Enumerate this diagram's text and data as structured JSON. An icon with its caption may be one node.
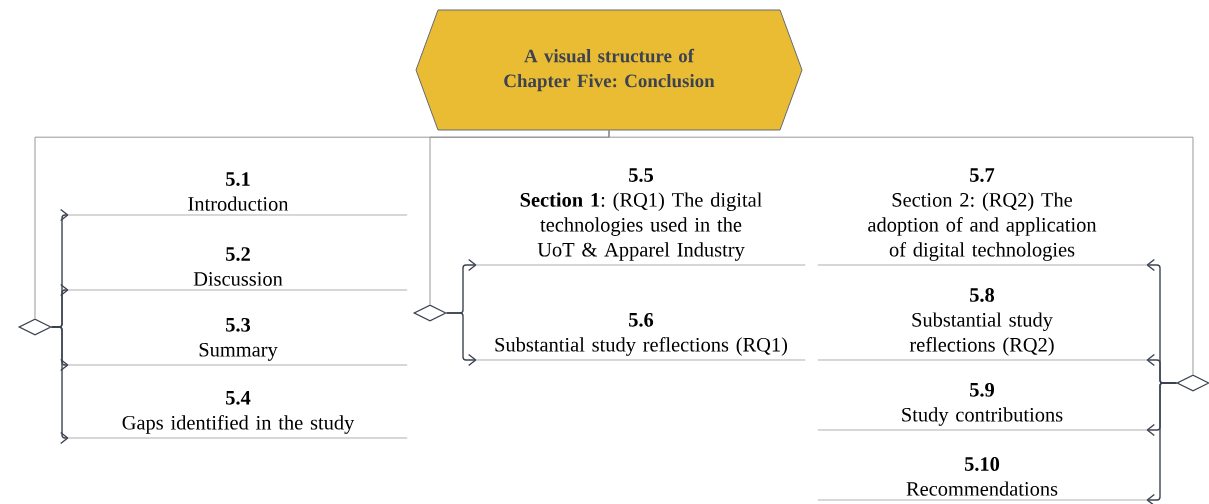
{
  "diagram": {
    "nodes": [
      {
        "text": [
          "A visual structure of Chapter Five: Conclusion"
        ]
      },
      {
        "text": [],
        "shape": "diamond"
      },
      {
        "text": [
          "5.1",
          "Introduction"
        ]
      },
      {
        "text": [
          "5.2",
          "Discussion"
        ]
      },
      {
        "text": [
          "5.3",
          "Summary"
        ]
      },
      {
        "text": [
          "5.4",
          "Gaps identified in the study"
        ]
      },
      {
        "text": [],
        "shape": "diamond"
      },
      {
        "text": [
          "5.5",
          "**Section 1**: (RQ1) The digital technologies used in the UoT & Apparel Industry"
        ]
      },
      {
        "text": [
          "5.6",
          "Substantial study reflections (RQ1)"
        ]
      },
      {
        "text": [],
        "shape": "diamond"
      },
      {
        "text": [
          "5.7",
          "Section 2: (RQ2) The adoption of and application of digital technologies"
        ]
      },
      {
        "text": [
          "5.8",
          "Substantial study reflections (RQ2)"
        ]
      },
      {
        "text": [
          "5.9",
          "Study contributions"
        ]
      },
      {
        "text": [
          "5.10",
          "Recommendations"
        ]
      }
    ],
    "edges": [
      {
        "from": 0,
        "to": 1,
        "arrow": "none",
        "color": "#8c8c8c"
      },
      {
        "from": 0,
        "to": 6,
        "arrow": "none",
        "color": "#8c8c8c"
      },
      {
        "from": 0,
        "to": 9,
        "arrow": "none",
        "color": "#8c8c8c"
      },
      {
        "from": 1,
        "to": 2,
        "arrow": "to"
      },
      {
        "from": 1,
        "to": 3,
        "arrow": "to"
      },
      {
        "from": 1,
        "to": 4,
        "arrow": "to"
      },
      {
        "from": 1,
        "to": 5,
        "arrow": "to"
      },
      {
        "from": 6,
        "to": 7,
        "arrow": "to"
      },
      {
        "from": 6,
        "to": 8,
        "arrow": "to"
      },
      {
        "from": 9,
        "to": 10,
        "arrow": "to"
      },
      {
        "from": 9,
        "to": 11,
        "arrow": "to"
      },
      {
        "from": 9,
        "to": 12,
        "arrow": "to"
      },
      {
        "from": 9,
        "to": 13,
        "arrow": "to"
      }
    ]
  }
}
